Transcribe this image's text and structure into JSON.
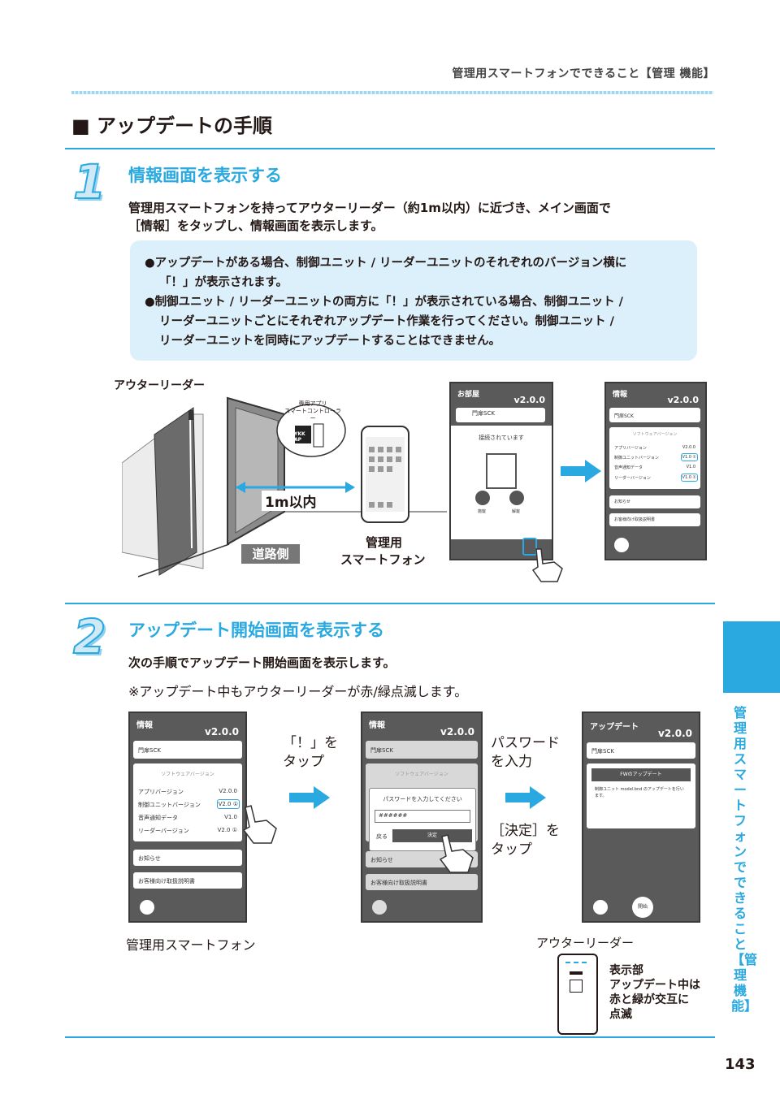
{
  "header": {
    "text": "管理用スマートフォンでできること【管理 機能】"
  },
  "section_title": "■ アップデートの手順",
  "step1": {
    "number": "1",
    "title": "情報画面を表示する",
    "para_line1": "管理用スマートフォンを持ってアウターリーダー（約1m以内）に近づき、メイン画面で",
    "para_line2": "［情報］をタップし、情報画面を表示します。",
    "notes": [
      "●アップデートがある場合、制御ユニット / リーダーユニットのそれぞれのバージョン横に",
      "「！」が表示されます。",
      "●制御ユニット / リーダーユニットの両方に「！」が表示されている場合、制御ユニット /",
      "リーダーユニットごとにそれぞれアップデート作業を行ってください。制御ユニット /",
      "リーダーユニットを同時にアップデートすることはできません。"
    ],
    "illustration": {
      "outer_reader_label": "アウターリーダー",
      "distance_label": "1m以内",
      "road_side_label": "道路側",
      "phone_label_1": "管理用",
      "phone_label_2": "スマートフォン",
      "app_bubble_1": "専用アプリ",
      "app_bubble_2": "スマートコントローラー",
      "ykk_logo": "YKK AP"
    },
    "screen_main": {
      "title": "お部屋",
      "version": "v2.0.0",
      "door_name": "門扉SCK",
      "status": "接続されています",
      "lock_label": "施錠",
      "unlock_label": "解錠"
    },
    "screen_info": {
      "title": "情報",
      "version": "v2.0.0",
      "door_name": "門扉SCK",
      "section": "ソフトウェアバージョン",
      "rows": [
        {
          "label": "アプリバージョン",
          "value": "V2.0.0"
        },
        {
          "label": "制御ユニットバージョン",
          "value": "V1.0 ①"
        },
        {
          "label": "音声通知データ",
          "value": "V1.0"
        },
        {
          "label": "リーダーバージョン",
          "value": "V1.0 ①"
        }
      ],
      "menu1": "お知らせ",
      "menu2": "お客様向け取扱説明書"
    }
  },
  "step2": {
    "number": "2",
    "title": "アップデート開始画面を表示する",
    "para": "次の手順でアップデート開始画面を表示します。",
    "note": "※アップデート中もアウターリーダーが赤/緑点滅します。",
    "tap_bang_1": "「！」を",
    "tap_bang_2": "タップ",
    "pw_1": "パスワード",
    "pw_2": "を入力",
    "decide_1": "［決定］を",
    "decide_2": "タップ",
    "phone_caption": "管理用スマートフォン",
    "reader_caption": "アウターリーダー",
    "display_desc": [
      "表示部",
      "アップデート中は",
      "赤と緑が交互に",
      "点滅"
    ],
    "screen_a": {
      "title": "情報",
      "version": "v2.0.0",
      "door_name": "門扉SCK",
      "section": "ソフトウェアバージョン",
      "rows": [
        {
          "label": "アプリバージョン",
          "value": "V2.0.0"
        },
        {
          "label": "制御ユニットバージョン",
          "value": "V2.0 ①"
        },
        {
          "label": "音声通知データ",
          "value": "V1.0"
        },
        {
          "label": "リーダーバージョン",
          "value": "V2.0 ①"
        }
      ],
      "menu1": "お知らせ",
      "menu2": "お客様向け取扱説明書"
    },
    "screen_b": {
      "title": "情報",
      "version": "v2.0.0",
      "door_name": "門扉SCK",
      "section": "ソフトウェアバージョン",
      "dialog_title": "パスワードを入力してください",
      "password": "######",
      "cancel": "戻る",
      "ok": "決定",
      "menu1": "お知らせ",
      "menu2": "お客様向け取扱説明書"
    },
    "screen_c": {
      "title": "アップデート",
      "version": "v2.0.0",
      "door_name": "門扉SCK",
      "fw_title": "FWのアップデート",
      "fw_desc": "制御ユニット model.bnd のアップデートを行います。",
      "start": "開始"
    }
  },
  "side_tab_text": "管理用スマートフォンでできること【管理機能】",
  "page_number": "143",
  "colors": {
    "accent": "#29a9e0",
    "note_bg": "#dcf0fb",
    "phone_gray": "#5a5a5a"
  }
}
